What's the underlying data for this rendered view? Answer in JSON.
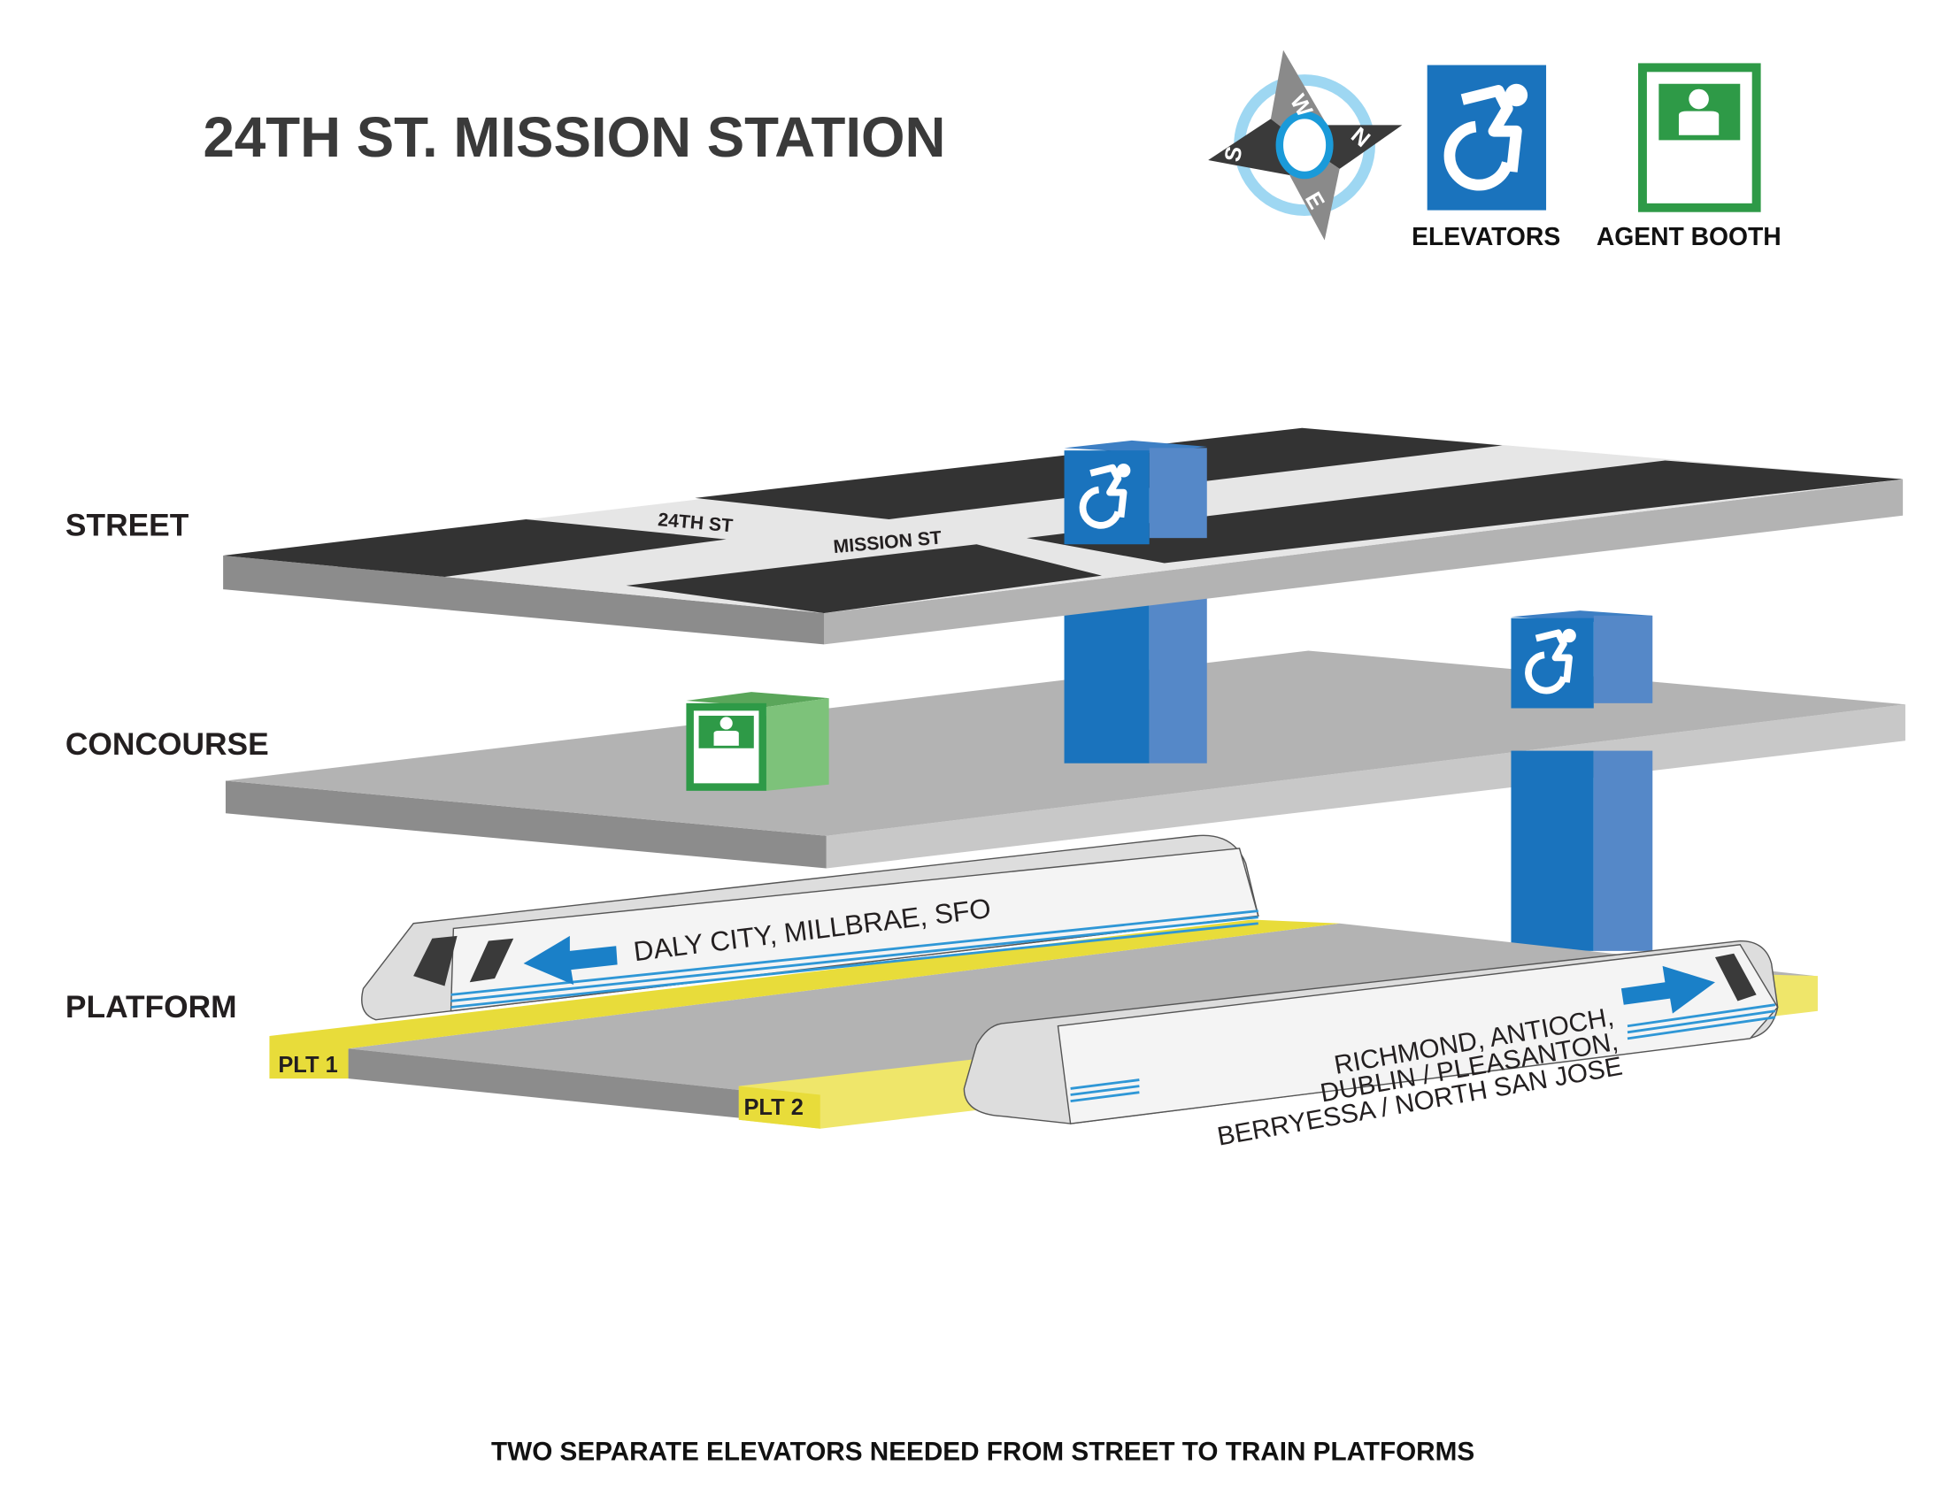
{
  "title": "24TH ST. MISSION STATION",
  "compass": {
    "letters": {
      "n": "N",
      "s": "S",
      "e": "E",
      "w": "W"
    }
  },
  "legend": {
    "elevators": {
      "label": "ELEVATORS",
      "icon": "wheelchair-icon",
      "color": "#1a73bd"
    },
    "agent_booth": {
      "label": "AGENT BOOTH",
      "icon": "agent-person-icon",
      "color": "#2e9a47"
    }
  },
  "levels": {
    "street": "STREET",
    "concourse": "CONCOURSE",
    "platform": "PLATFORM"
  },
  "streets": {
    "cross": "24TH ST",
    "main": "MISSION ST"
  },
  "platforms": {
    "plt1": "PLT 1",
    "plt2": "PLT 2"
  },
  "trains": {
    "westbound": {
      "destination": "DALY CITY, MILLBRAE, SFO",
      "direction": "left"
    },
    "eastbound": {
      "lines": [
        "RICHMOND, ANTIOCH,",
        "DUBLIN / PLEASANTON,",
        "BERRYESSA / NORTH SAN JOSE"
      ],
      "direction": "right"
    }
  },
  "note": "TWO SEPARATE ELEVATORS NEEDED FROM STREET TO TRAIN PLATFORMS"
}
